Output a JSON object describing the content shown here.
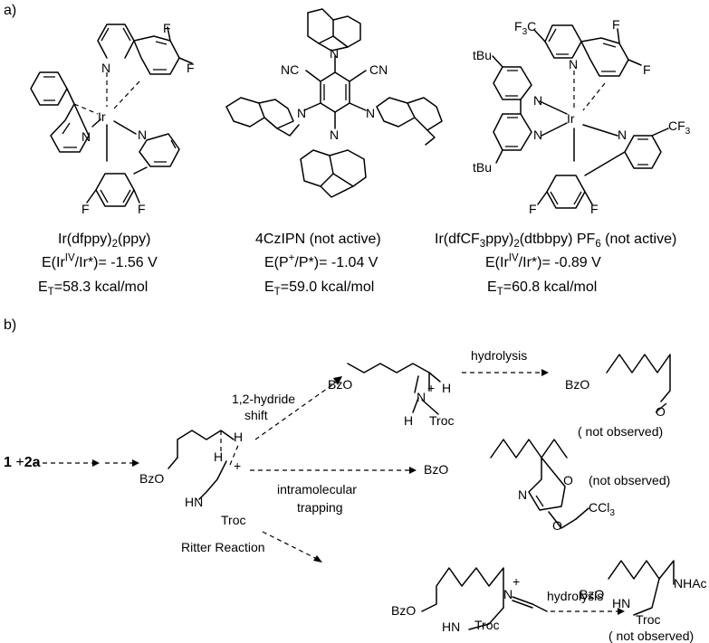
{
  "panel_a": {
    "label": "a)",
    "catalysts": [
      {
        "name_pre": "Ir(dfppy)",
        "name_sub": "2",
        "name_post": "(ppy)",
        "potential_pre": "E(Ir",
        "potential_sup": "IV",
        "potential_post": "/Ir*)= -1.56 V",
        "energy_pre": "E",
        "energy_sub": "T",
        "energy_post": "=58.3 kcal/mol"
      },
      {
        "name_pre": "4CzIPN (not active)",
        "potential_pre": "E(P",
        "potential_sup": "+",
        "potential_post": "/P*)= -1.04 V",
        "energy_pre": "E",
        "energy_sub": "T",
        "energy_post": "=59.0 kcal/mol"
      },
      {
        "name_pre": "Ir(dfCF",
        "name_sub": "3",
        "name_mid": "ppy)",
        "name_sub2": "2",
        "name_mid2": "(dtbbpy) PF",
        "name_sub3": "6",
        "name_post": " (not active)",
        "potential_pre": "E(Ir",
        "potential_sup": "IV",
        "potential_post": "/Ir*)= -0.89 V",
        "energy_pre": "E",
        "energy_sub": "T",
        "energy_post": "=60.8 kcal/mol"
      }
    ],
    "atoms": {
      "F": "F",
      "N": "N",
      "Ir": "Ir",
      "CN": "CN",
      "NC": "NC",
      "CF3": "CF",
      "three": "3",
      "tBu": "tBu",
      "F3C_pre": "F",
      "F3C_mid": "3",
      "F3C_post": "C"
    }
  },
  "panel_b": {
    "label": "b)",
    "start_bold": "1",
    "start_plus": " +",
    "start_bold2": "2a",
    "arrow_labels": {
      "shift_line1": "1,2-hydride",
      "shift_line2": "shift",
      "trap_line1": "intramolecular",
      "trap_line2": "trapping",
      "ritter": "Ritter Reaction",
      "hydrolysis": "hydrolysis"
    },
    "atoms": {
      "BzO": "BzO",
      "H": "H",
      "HN": "HN",
      "Troc": "Troc",
      "N": "N",
      "O": "O",
      "plus": "+",
      "CCl": "CCl",
      "three": "3",
      "NHAc": "NHAc"
    },
    "not_observed": "( not observed)",
    "not_observed_alt": "(not observed)"
  }
}
